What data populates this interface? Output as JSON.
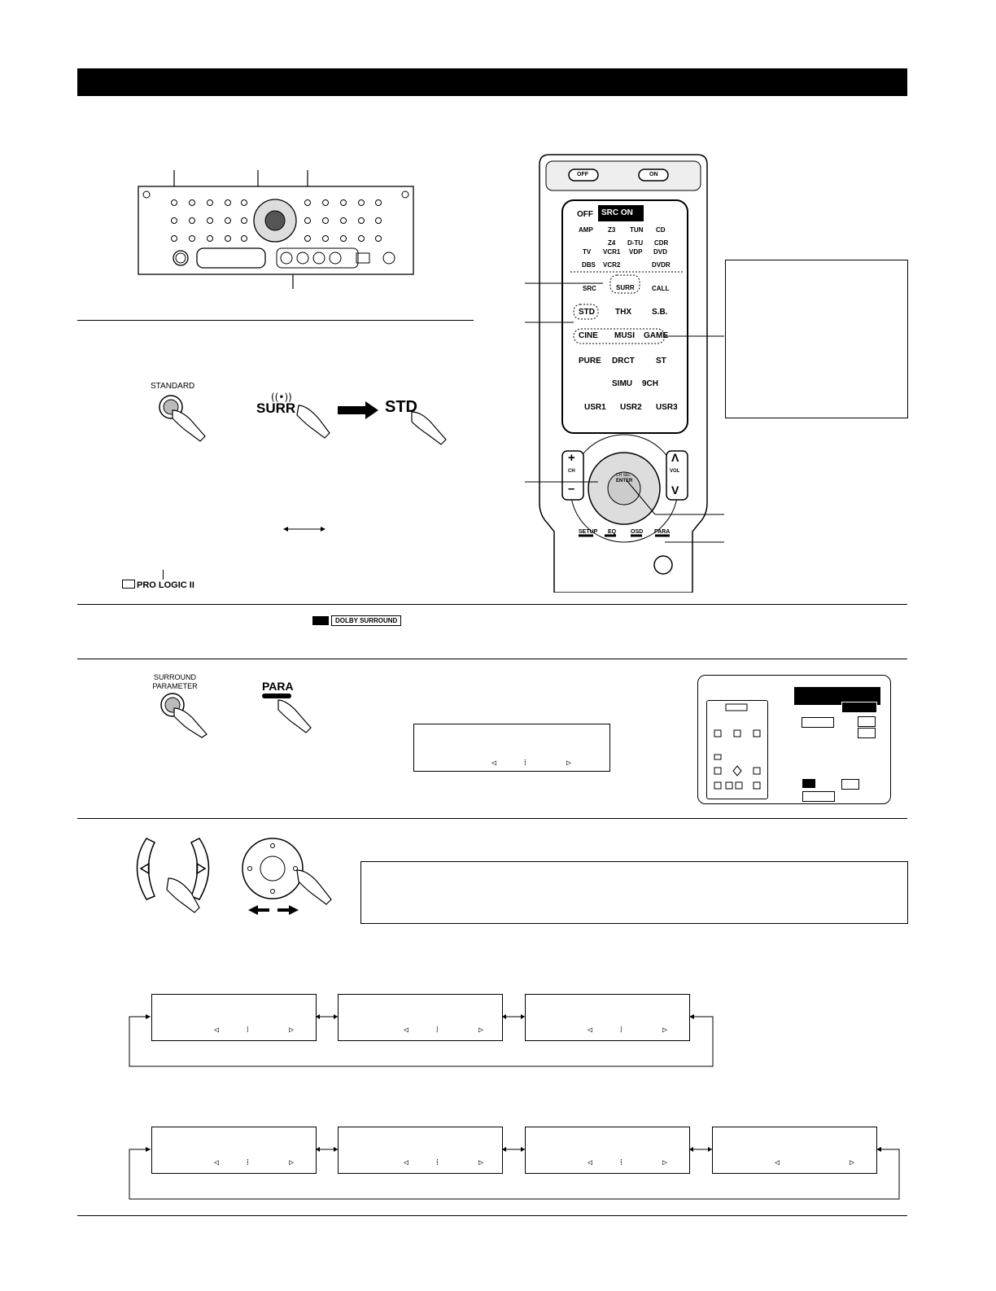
{
  "front_panel": {},
  "section_standard": {
    "standard_button": "STANDARD",
    "surr_button": "SURR",
    "std_button": "STD",
    "logo": "PRO LOGIC II"
  },
  "dolby_surround_logo": "DOLBY SURROUND",
  "section_parameter": {
    "surround_parameter_label": "SURROUND\nPARAMETER",
    "para_button": "PARA"
  },
  "remote": {
    "off": "OFF",
    "on": "ON",
    "tab_off": "OFF",
    "tab_src_on": "SRC ON",
    "row1": [
      "AMP",
      "Z3",
      "TUN",
      "CD"
    ],
    "row2": [
      "Z4",
      "D-TU",
      "CDR"
    ],
    "row3": [
      "TV",
      "VCR1",
      "VDP",
      "DVD"
    ],
    "row4": [
      "DBS",
      "VCR2",
      "",
      "DVDR"
    ],
    "row5": [
      "SRC",
      "SURR",
      "CALL"
    ],
    "row6": [
      "STD",
      "THX",
      "S.B."
    ],
    "row7": [
      "CINE",
      "MUSI",
      "GAME"
    ],
    "row8": [
      "PURE",
      "DRCT",
      "ST"
    ],
    "row9": [
      "SIMU",
      "9CH"
    ],
    "row10": [
      "USR1",
      "USR2",
      "USR3"
    ],
    "ch": "CH",
    "vol": "VOL",
    "ch_sel": "CH SEL",
    "enter": "ENTER",
    "bottom": [
      "SETUP",
      "EQ",
      "OSD",
      "PARA"
    ]
  }
}
